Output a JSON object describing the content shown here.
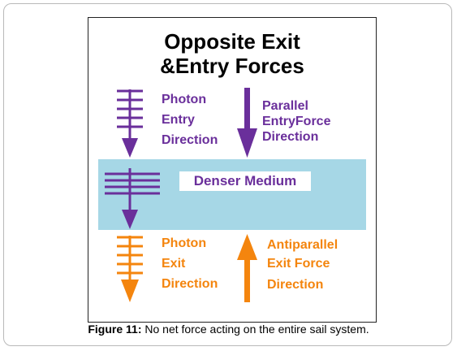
{
  "diagram": {
    "title_line1": "Opposite  Exit",
    "title_line2": "&Entry Forces",
    "photon_entry": [
      "Photon",
      "Entry",
      "Direction"
    ],
    "parallel_force": [
      "Parallel",
      "EntryForce",
      "Direction"
    ],
    "medium_label": "Denser Medium",
    "photon_exit": [
      "Photon",
      "Exit",
      "Direction"
    ],
    "antiparallel_force": [
      "Antiparallel",
      "Exit Force",
      "Direction"
    ]
  },
  "caption": {
    "label": "Figure 11:",
    "text": " No net force acting on the entire sail system."
  },
  "colors": {
    "purple": "#6a2f9b",
    "orange": "#f4850e",
    "medium": "#a6d7e6"
  }
}
